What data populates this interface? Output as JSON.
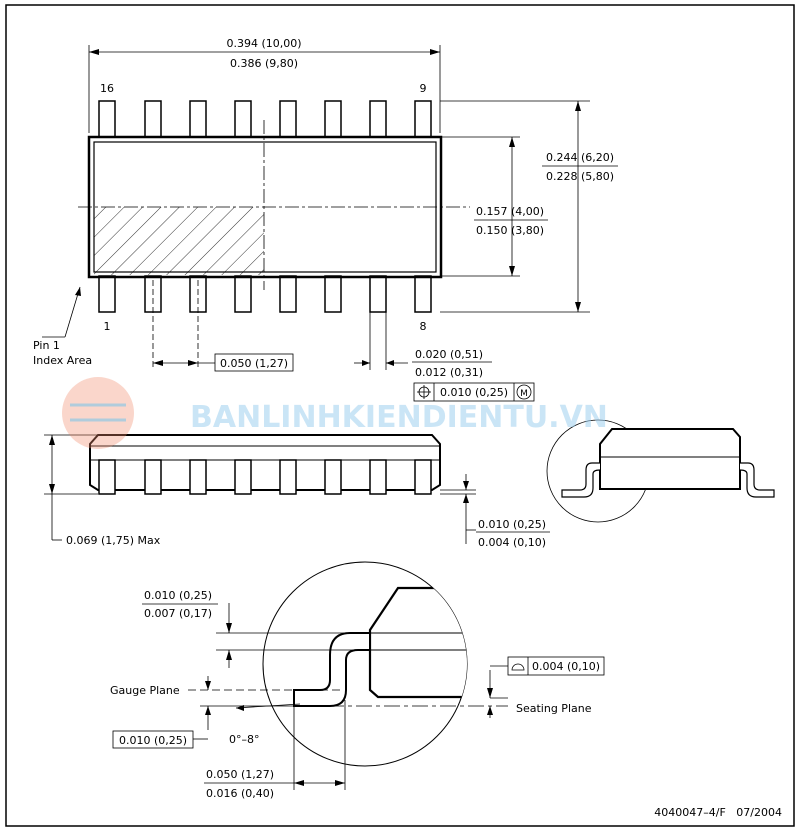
{
  "top_view": {
    "width_max": "0.394 (10,00)",
    "width_min": "0.386 (9,80)",
    "pin_16": "16",
    "pin_9": "9",
    "pin_1": "1",
    "pin_8": "8",
    "total_width_max": "0.244 (6,20)",
    "total_width_min": "0.228 (5,80)",
    "body_width_max": "0.157 (4,00)",
    "body_width_min": "0.150 (3,80)",
    "pin1_label_line1": "Pin 1",
    "pin1_label_line2": "Index Area",
    "pitch": "0.050 (1,27)",
    "lead_width_max": "0.020 (0,51)",
    "lead_width_min": "0.012 (0,31)",
    "position_tolerance": "0.010 (0,25)",
    "position_modifier": "M"
  },
  "side_view": {
    "height_max": "0.069 (1,75) Max",
    "standoff_max": "0.010 (0,25)",
    "standoff_min": "0.004 (0,10)"
  },
  "detail_view": {
    "lead_thickness_max": "0.010 (0,25)",
    "lead_thickness_min": "0.007 (0,17)",
    "gauge_plane": "Gauge Plane",
    "gauge_offset": "0.010 (0,25)",
    "angle": "0°–8°",
    "coplanarity": "0.004 (0,10)",
    "seating_plane": "Seating Plane",
    "foot_length_max": "0.050 (1,27)",
    "foot_length_min": "0.016 (0,40)"
  },
  "footer": {
    "drawing_number": "4040047–4/F   07/2004"
  },
  "watermark": {
    "text": "BANLINHKIENDIENTU.VN",
    "color": "#9fd0ee"
  }
}
